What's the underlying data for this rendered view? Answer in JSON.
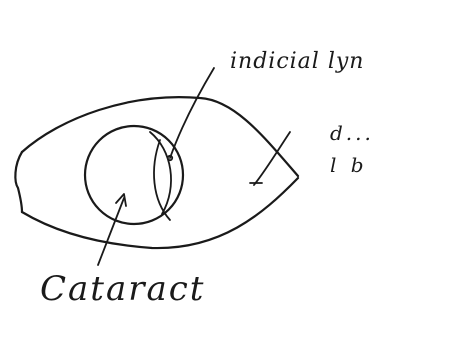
{
  "labels": {
    "top_right": "indicial lyn",
    "right_note_line1": "d...",
    "right_note_line2": "l b",
    "bottom_left": "Cataract"
  },
  "colors": {
    "ink": "#1a1a1a",
    "background": "#ffffff"
  }
}
